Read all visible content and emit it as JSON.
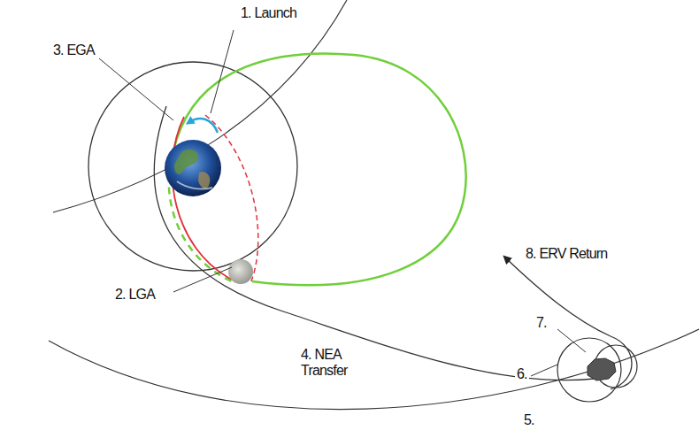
{
  "diagram": {
    "labels": [
      "1. Launch",
      "3. EGA",
      "2. LGA",
      "4. NEA Transfer",
      "5.",
      "6.",
      "7.",
      "8. ERV Return"
    ]
  }
}
